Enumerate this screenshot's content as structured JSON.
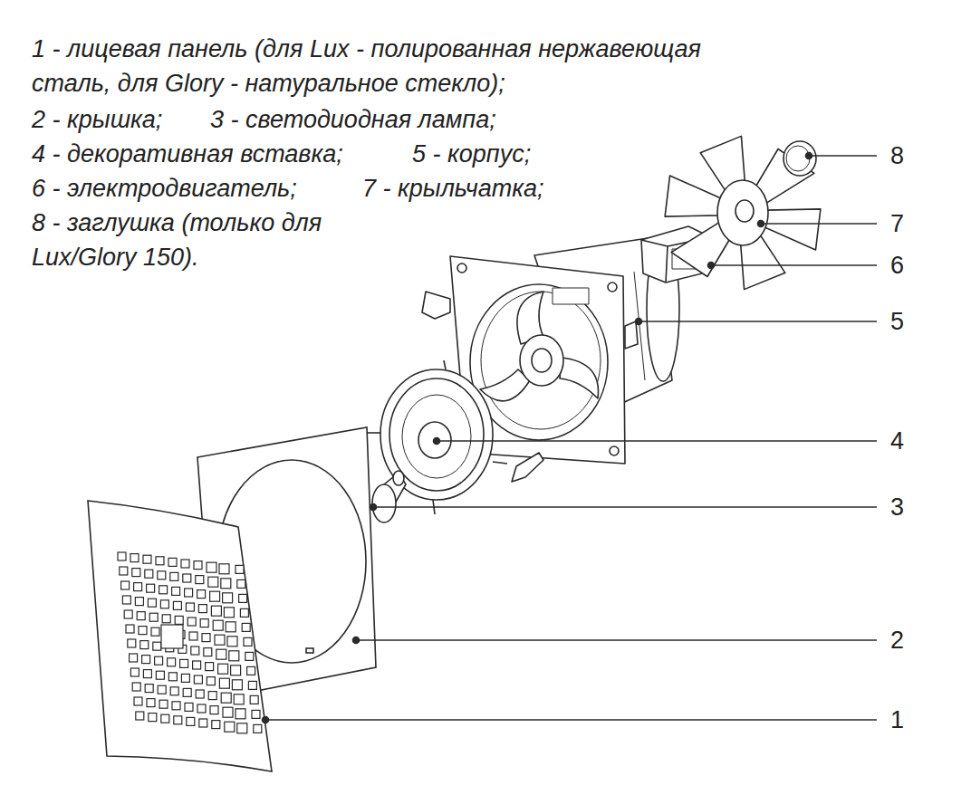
{
  "diagram": {
    "labels": [
      "1 - лицевая панель (для Lux - полированная нержавеющая сталь, для Glory - натуральное стекло);",
      "2 - крышка;",
      "3 - светодиодная лампа;",
      "4 - декоративная вставка;",
      "5 - корпус;",
      "6 - электродвигатель;",
      "7 - крыльчатка;",
      "8 - заглушка (только для Lux/Glory 150).",
      "8",
      "7",
      "6",
      "5",
      "4",
      "3",
      "2",
      "1"
    ]
  }
}
